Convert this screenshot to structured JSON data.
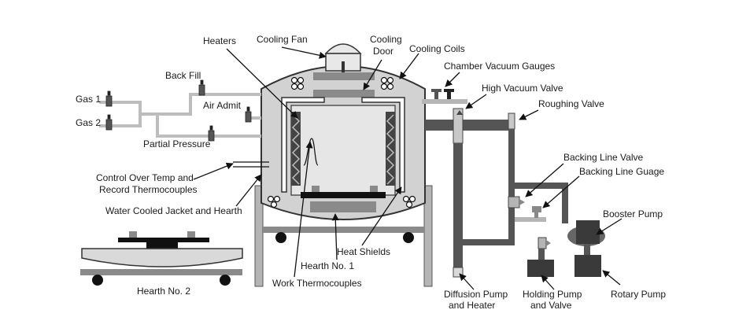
{
  "labels": {
    "heaters": "Heaters",
    "cooling_fan": "Cooling Fan",
    "cooling_door_1": "Cooling",
    "cooling_door_2": "Door",
    "cooling_coils": "Cooling Coils",
    "chamber_vacuum_gauges": "Chamber Vacuum Gauges",
    "high_vacuum_valve": "High Vacuum Valve",
    "roughing_valve": "Roughing Valve",
    "back_fill": "Back Fill",
    "air_admit": "Air Admit",
    "gas_1": "Gas 1",
    "gas_2": "Gas 2",
    "partial_pressure": "Partial Pressure",
    "control_1": "Control Over Temp and",
    "control_2": "Record Thermocouples",
    "water_cooled": "Water Cooled Jacket and Hearth",
    "hearth_no_2": "Hearth No. 2",
    "hearth_no_1": "Hearth No. 1",
    "heat_shields": "Heat Shields",
    "work_thermocouples": "Work Thermocouples",
    "backing_line_valve": "Backing Line Valve",
    "backing_line_gauge": "Backing Line Guage",
    "booster_pump": "Booster Pump",
    "rotary_pump": "Rotary Pump",
    "diffusion_1": "Diffusion Pump",
    "diffusion_2": "and Heater",
    "holding_1": "Holding Pump",
    "holding_2": "and Valve"
  },
  "colors": {
    "pipe": "#555555",
    "dark": "#3a3a3a",
    "shell": "#d0d0d0",
    "mid": "#8a8a8a"
  }
}
